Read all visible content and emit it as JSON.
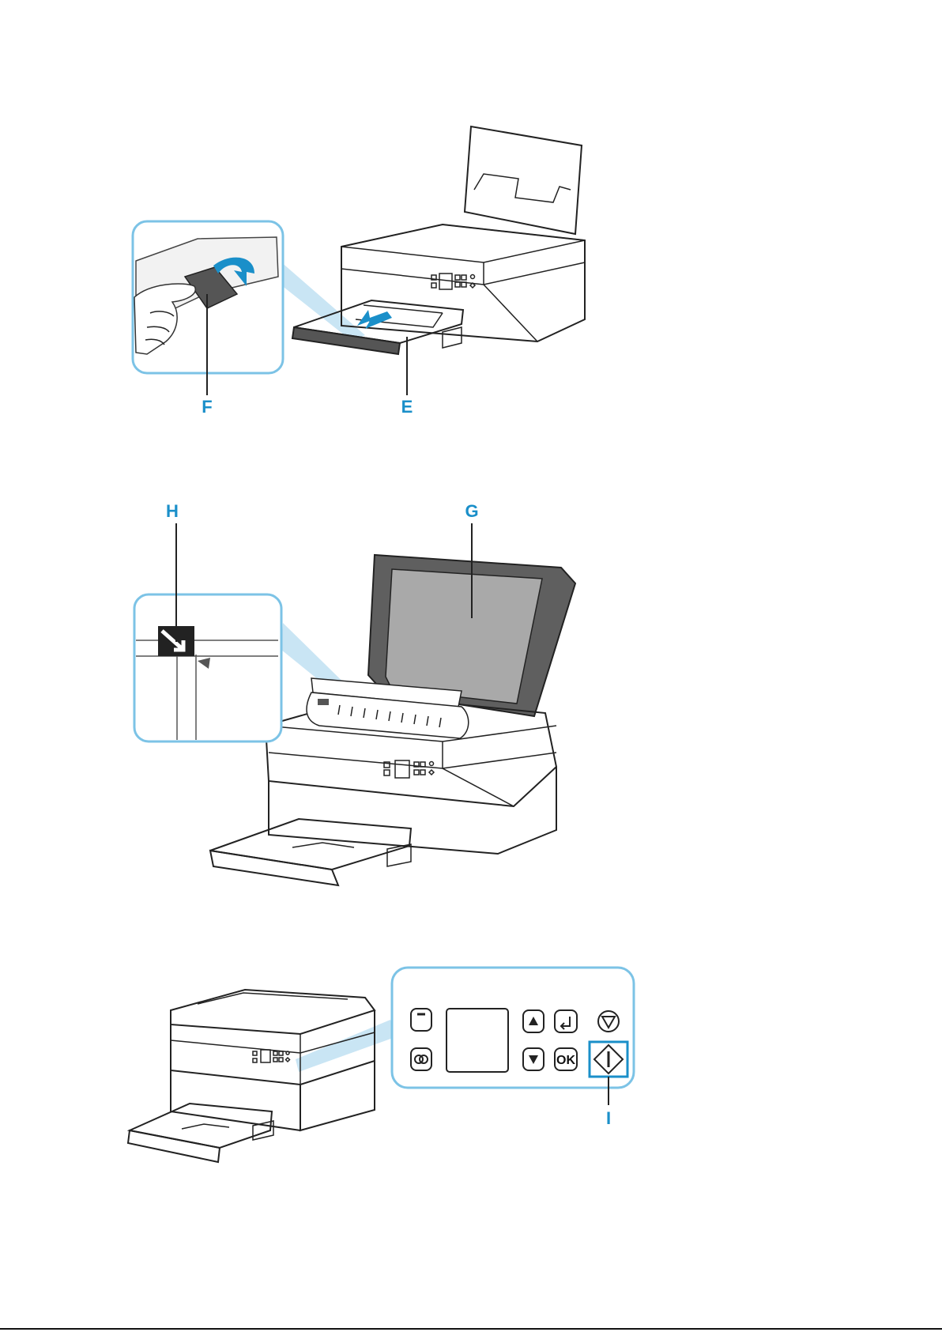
{
  "figures": [
    {
      "id": "paper-output-tray",
      "labels": [
        "F",
        "E"
      ]
    },
    {
      "id": "document-cover-platen",
      "labels": [
        "H",
        "G"
      ]
    },
    {
      "id": "operation-panel",
      "labels": [
        "I"
      ]
    }
  ],
  "labels": {
    "e": "E",
    "f": "F",
    "g": "G",
    "h": "H",
    "i": "I"
  },
  "panel_buttons": {
    "ok": "OK"
  },
  "colors": {
    "label": "#1a8fc9",
    "callout_border": "#7cc3e6",
    "beam": "#bfe0f2",
    "ink": "#222222"
  }
}
